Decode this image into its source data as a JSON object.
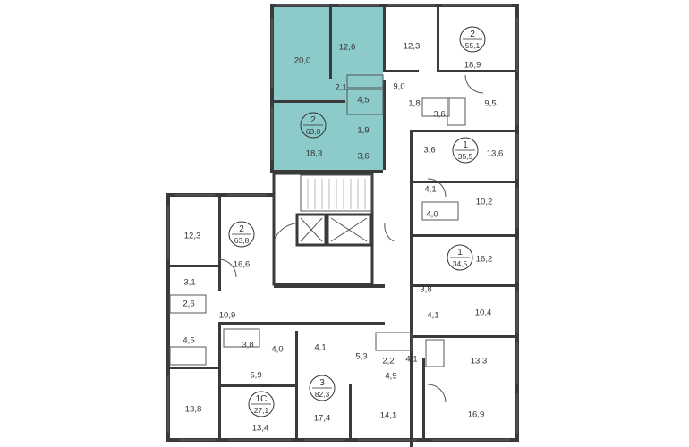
{
  "colors": {
    "highlight": "#8ccbc9",
    "wall": "#3a3a3a",
    "text": "#333333",
    "background": "#ffffff"
  },
  "apartments": [
    {
      "id": "apt-a",
      "rooms": "2",
      "area": "63,0",
      "highlighted": true
    },
    {
      "id": "apt-b",
      "rooms": "2",
      "area": "55,1"
    },
    {
      "id": "apt-c",
      "rooms": "1",
      "area": "35,5"
    },
    {
      "id": "apt-d",
      "rooms": "2",
      "area": "63,8"
    },
    {
      "id": "apt-e",
      "rooms": "1",
      "area": "34,5"
    },
    {
      "id": "apt-f",
      "rooms": "1С",
      "area": "27,1"
    },
    {
      "id": "apt-g",
      "rooms": "3",
      "area": "82,3"
    }
  ],
  "rooms": [
    "20,0",
    "12,6",
    "2,1",
    "4,5",
    "1,9",
    "18,3",
    "3,6",
    "12,3",
    "9,0",
    "1,8",
    "3,6",
    "9,5",
    "18,9",
    "3,6",
    "13,6",
    "4,1",
    "10,2",
    "4,0",
    "12,3",
    "16,6",
    "3,1",
    "2,6",
    "10,9",
    "4,5",
    "16,2",
    "3,8",
    "10,4",
    "4,1",
    "3,8",
    "4,0",
    "4,1",
    "5,3",
    "2,2",
    "4,1",
    "13,3",
    "5,9",
    "4,9",
    "13,8",
    "13,4",
    "17,4",
    "14,1",
    "16,9"
  ]
}
